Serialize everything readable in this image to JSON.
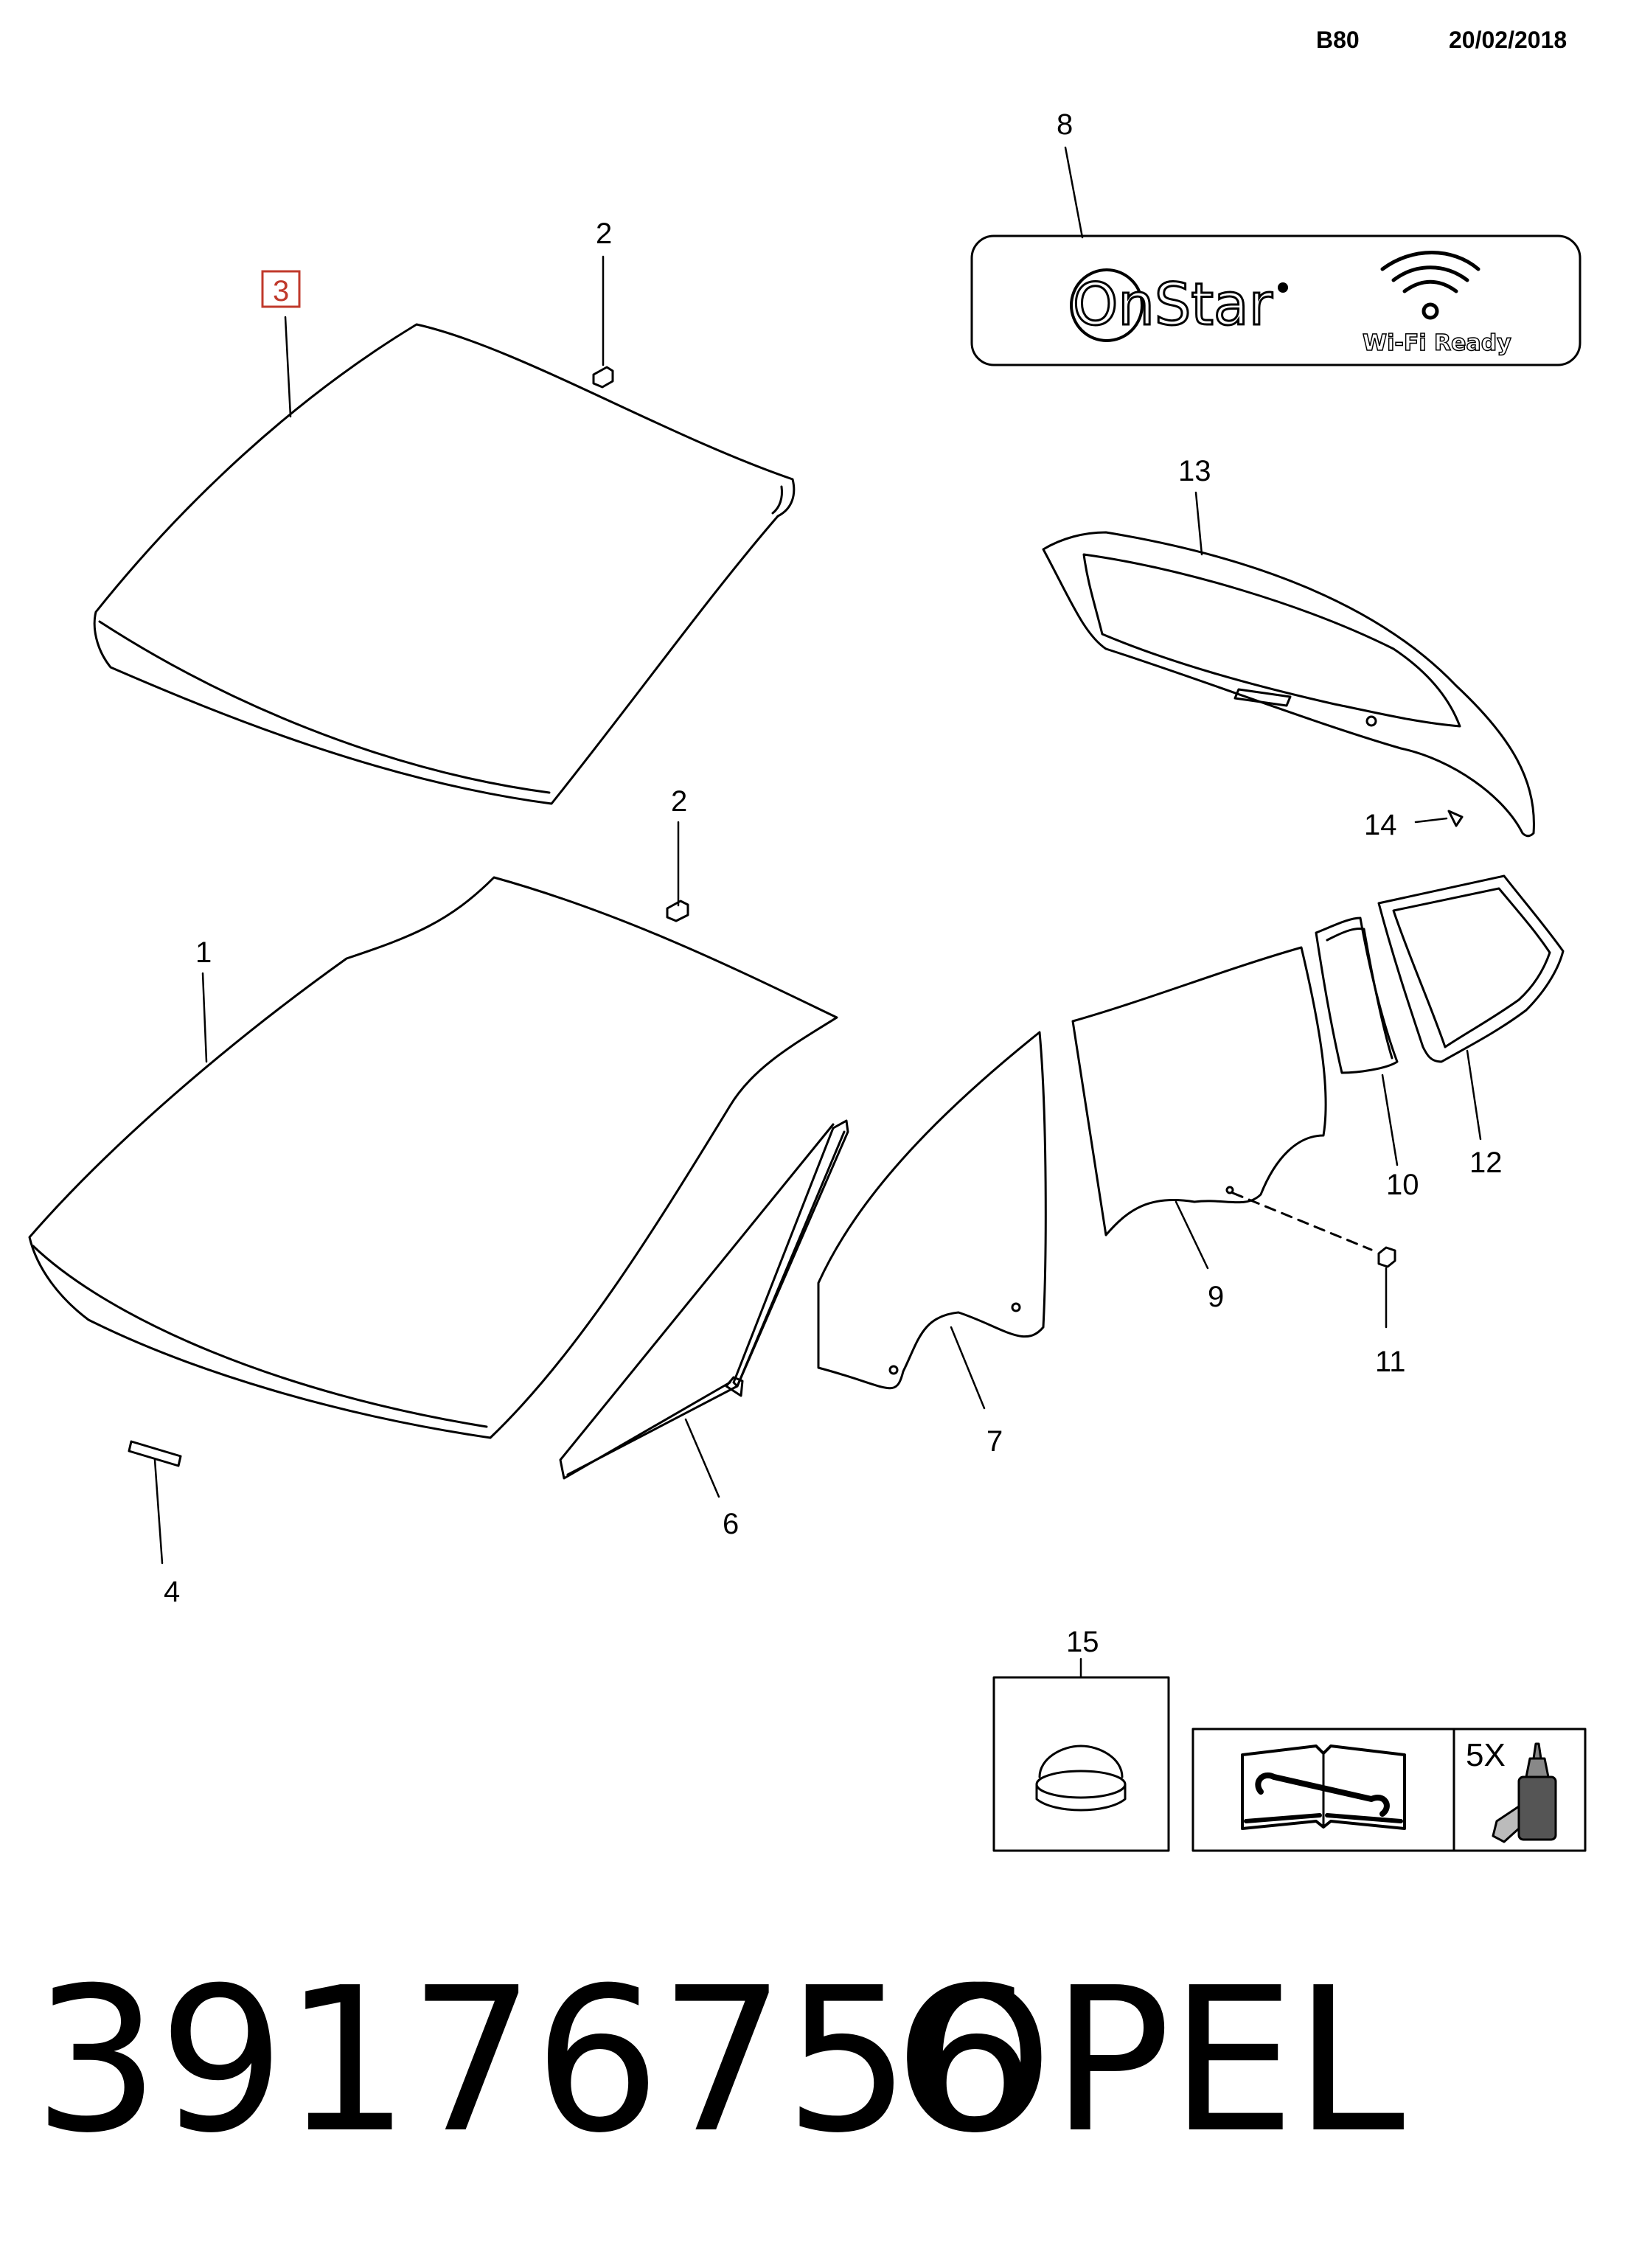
{
  "header": {
    "code": "B80",
    "date": "20/02/2018"
  },
  "callouts": {
    "c1": "1",
    "c2a": "2",
    "c2b": "2",
    "c3": "3",
    "c4": "4",
    "c6": "6",
    "c7": "7",
    "c8": "8",
    "c9": "9",
    "c10": "10",
    "c11": "11",
    "c12": "12",
    "c13": "13",
    "c14": "14",
    "c15": "15"
  },
  "onstar_decal": {
    "logo_text": "OnStar",
    "wifi_label": "Wi-Fi Ready"
  },
  "adhesive_box": {
    "quantity": "5X"
  },
  "footer": {
    "part_number": "39176756",
    "brand": "OPEL"
  },
  "icons": [
    "onstar-logo-icon",
    "wifi-icon",
    "service-manual-icon",
    "adhesive-bottle-icon",
    "bumper-pad-icon"
  ],
  "colors": {
    "line": "#000000",
    "highlight_box": "#c0392b"
  }
}
